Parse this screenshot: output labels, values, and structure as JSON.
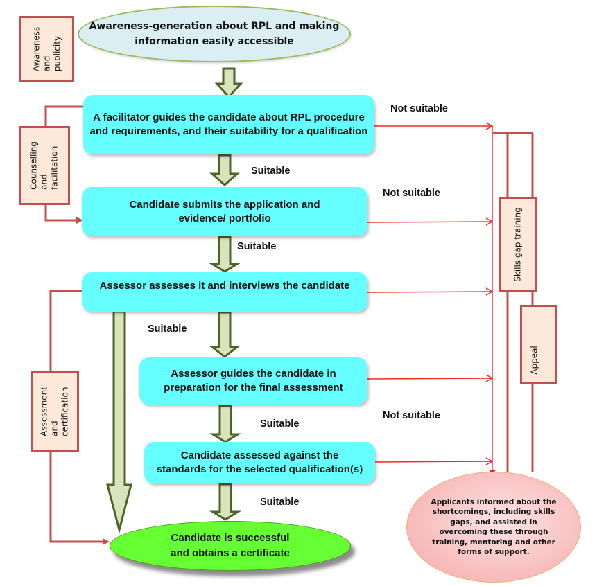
{
  "diagram": {
    "start": "Awareness-generation about RPL and making information easily accessible",
    "steps": [
      "A facilitator guides the candidate about RPL procedure and requirements, and their suitability for a qualification",
      "Candidate submits the application and evidence/ portfolio",
      "Assessor assesses it and interviews the candidate",
      "Assessor guides the candidate in preparation for the final assessment",
      "Candidate assessed against the standards for the selected qualification(s)"
    ],
    "end": "Candidate is successful and obtains a certificate",
    "not_suitable_outcome": "Applicants informed about the shortcomings, including skills gaps, and assisted in overcoming these through training, mentoring and other forms of support.",
    "phases": [
      {
        "line1": "Awareness",
        "line2": "and",
        "line3": "publicity"
      },
      {
        "line1": "Counselling",
        "line2": "and",
        "line3": "facilitation"
      },
      {
        "line1": "Assessment",
        "line2": "and",
        "line3": "certification"
      }
    ],
    "support": {
      "skills_gap": "Skills gap training",
      "appeal": "Appeal"
    },
    "labels": {
      "suitable": "Suitable",
      "not_suitable": "Not suitable"
    },
    "colors": {
      "step_fill": "#66ffff",
      "start_fill": "#dbeef4",
      "end_fill": "#66ff33",
      "phase_fill": "#fde9d9",
      "phase_border": "#c0504d",
      "arrow_fill": "#d7e4bc",
      "arrow_border": "#4f6228",
      "reject_line": "#ff0000"
    }
  }
}
